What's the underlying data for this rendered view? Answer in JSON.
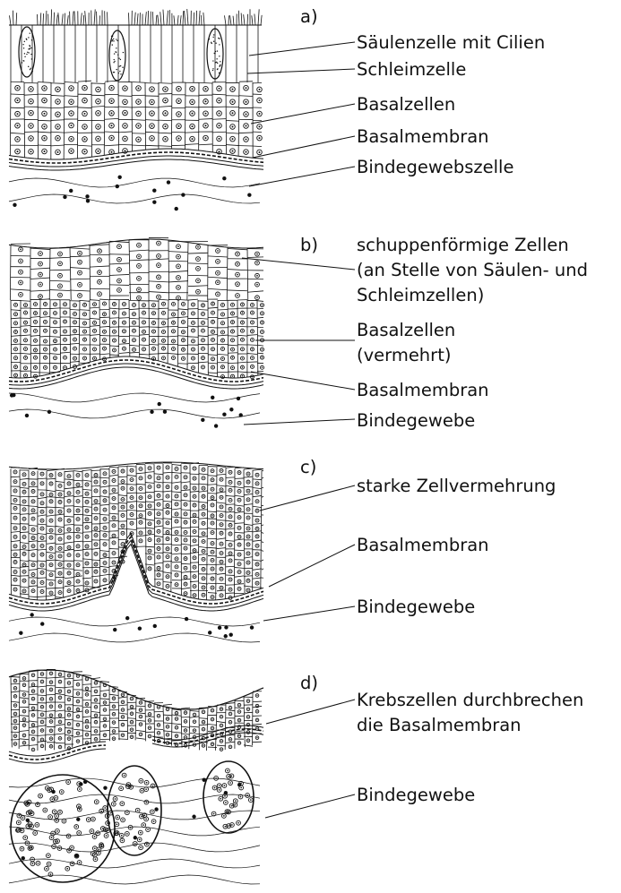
{
  "panels": [
    {
      "letter": "a)",
      "labels": [
        "Säulenzelle mit Cilien",
        "Schleimzelle",
        "Basalzellen",
        "Basalmembran",
        "Bindegewebszelle"
      ]
    },
    {
      "letter": "b)",
      "labels": [
        "schuppenförmige Zellen",
        "(an Stelle von Säulen- und",
        "Schleimzellen)",
        "Basalzellen",
        "(vermehrt)",
        "Basalmembran",
        "Bindegewebe"
      ]
    },
    {
      "letter": "c)",
      "labels": [
        "starke Zellvermehrung",
        "Basalmembran",
        "Bindegewebe"
      ]
    },
    {
      "letter": "d)",
      "labels": [
        "Krebszellen durchbrechen",
        "die Basalmembran",
        "Bindegewebe"
      ]
    }
  ],
  "colors": {
    "ink": "#111111",
    "background": "#ffffff"
  }
}
